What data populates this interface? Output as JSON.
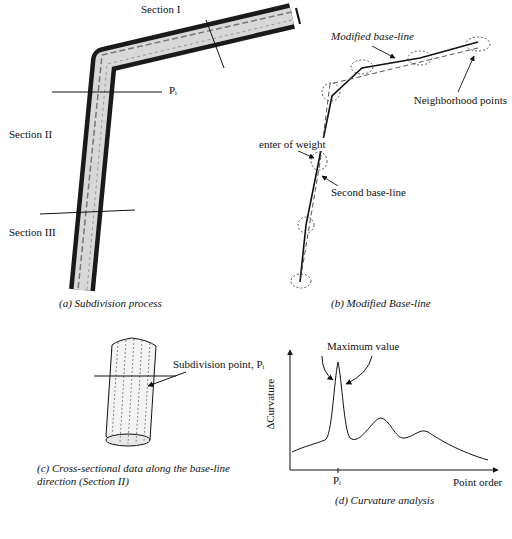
{
  "diagram": {
    "labels": [
      "Section I",
      "Pᵢ",
      "Section II",
      "Section III",
      "(a) Subdivision process",
      "Modified base-line",
      "Neighborhood points",
      "enter of weight",
      "Second base-line",
      "(b) Modified Base-line",
      "Subdivision point, Pᵢ",
      "(c) Cross-sectional data along the base-line direction (Section II)",
      "Maximum value",
      "ΔCurvature",
      "Point order",
      "Pᵢ",
      "(d) Curvature analysis"
    ]
  }
}
